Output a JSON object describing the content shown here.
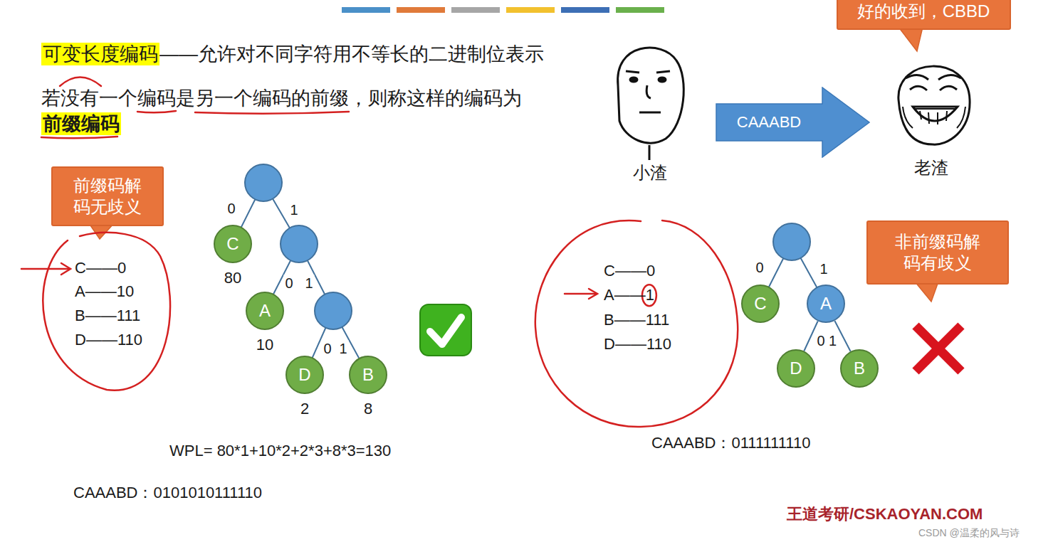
{
  "diagram": {
    "nodes": [
      {
        "text": [
          "好的收到，CBBD"
        ]
      },
      {
        "text": [
          "CAAABD"
        ]
      },
      {
        "text": [
          "前缀码解码无歧义"
        ]
      },
      {
        "text": [
          "C",
          "80"
        ]
      },
      {
        "text": [
          "A",
          "10"
        ]
      },
      {
        "text": [
          "D",
          "2"
        ]
      },
      {
        "text": [
          "B",
          "8"
        ]
      },
      {
        "text": [
          "非前缀码解码有歧义"
        ]
      },
      {
        "text": [
          "C"
        ]
      },
      {
        "text": [
          "A"
        ]
      },
      {
        "text": [
          "D"
        ]
      },
      {
        "text": [
          "B"
        ]
      }
    ],
    "edges": [
      {
        "from": 9,
        "to": 10,
        "arrow": "none",
        "label": "0"
      },
      {
        "from": 9,
        "to": 11,
        "arrow": "none",
        "label": "1"
      }
    ],
    "labels": [
      "可变长度编码",
      "——允许对不同字符用不等长的二进制位表示",
      "若没有一个编码是另一个编码的前缀，则称这样的编码为",
      "前缀编码",
      "小渣",
      "老渣",
      "C——0",
      "A——10",
      "B——111",
      "D——110",
      "0",
      "1",
      "0",
      "1",
      "0",
      "1",
      "WPL= 80*1+10*2+2*3+8*3=130",
      "CAAABD：0101010111110",
      "C——0",
      "A——1",
      "B——111",
      "D——110",
      "0",
      "1",
      "CAAABD：0111111110",
      "王道考研/CSKAOYAN.COM",
      "CSDN @温柔的风与诗"
    ]
  }
}
